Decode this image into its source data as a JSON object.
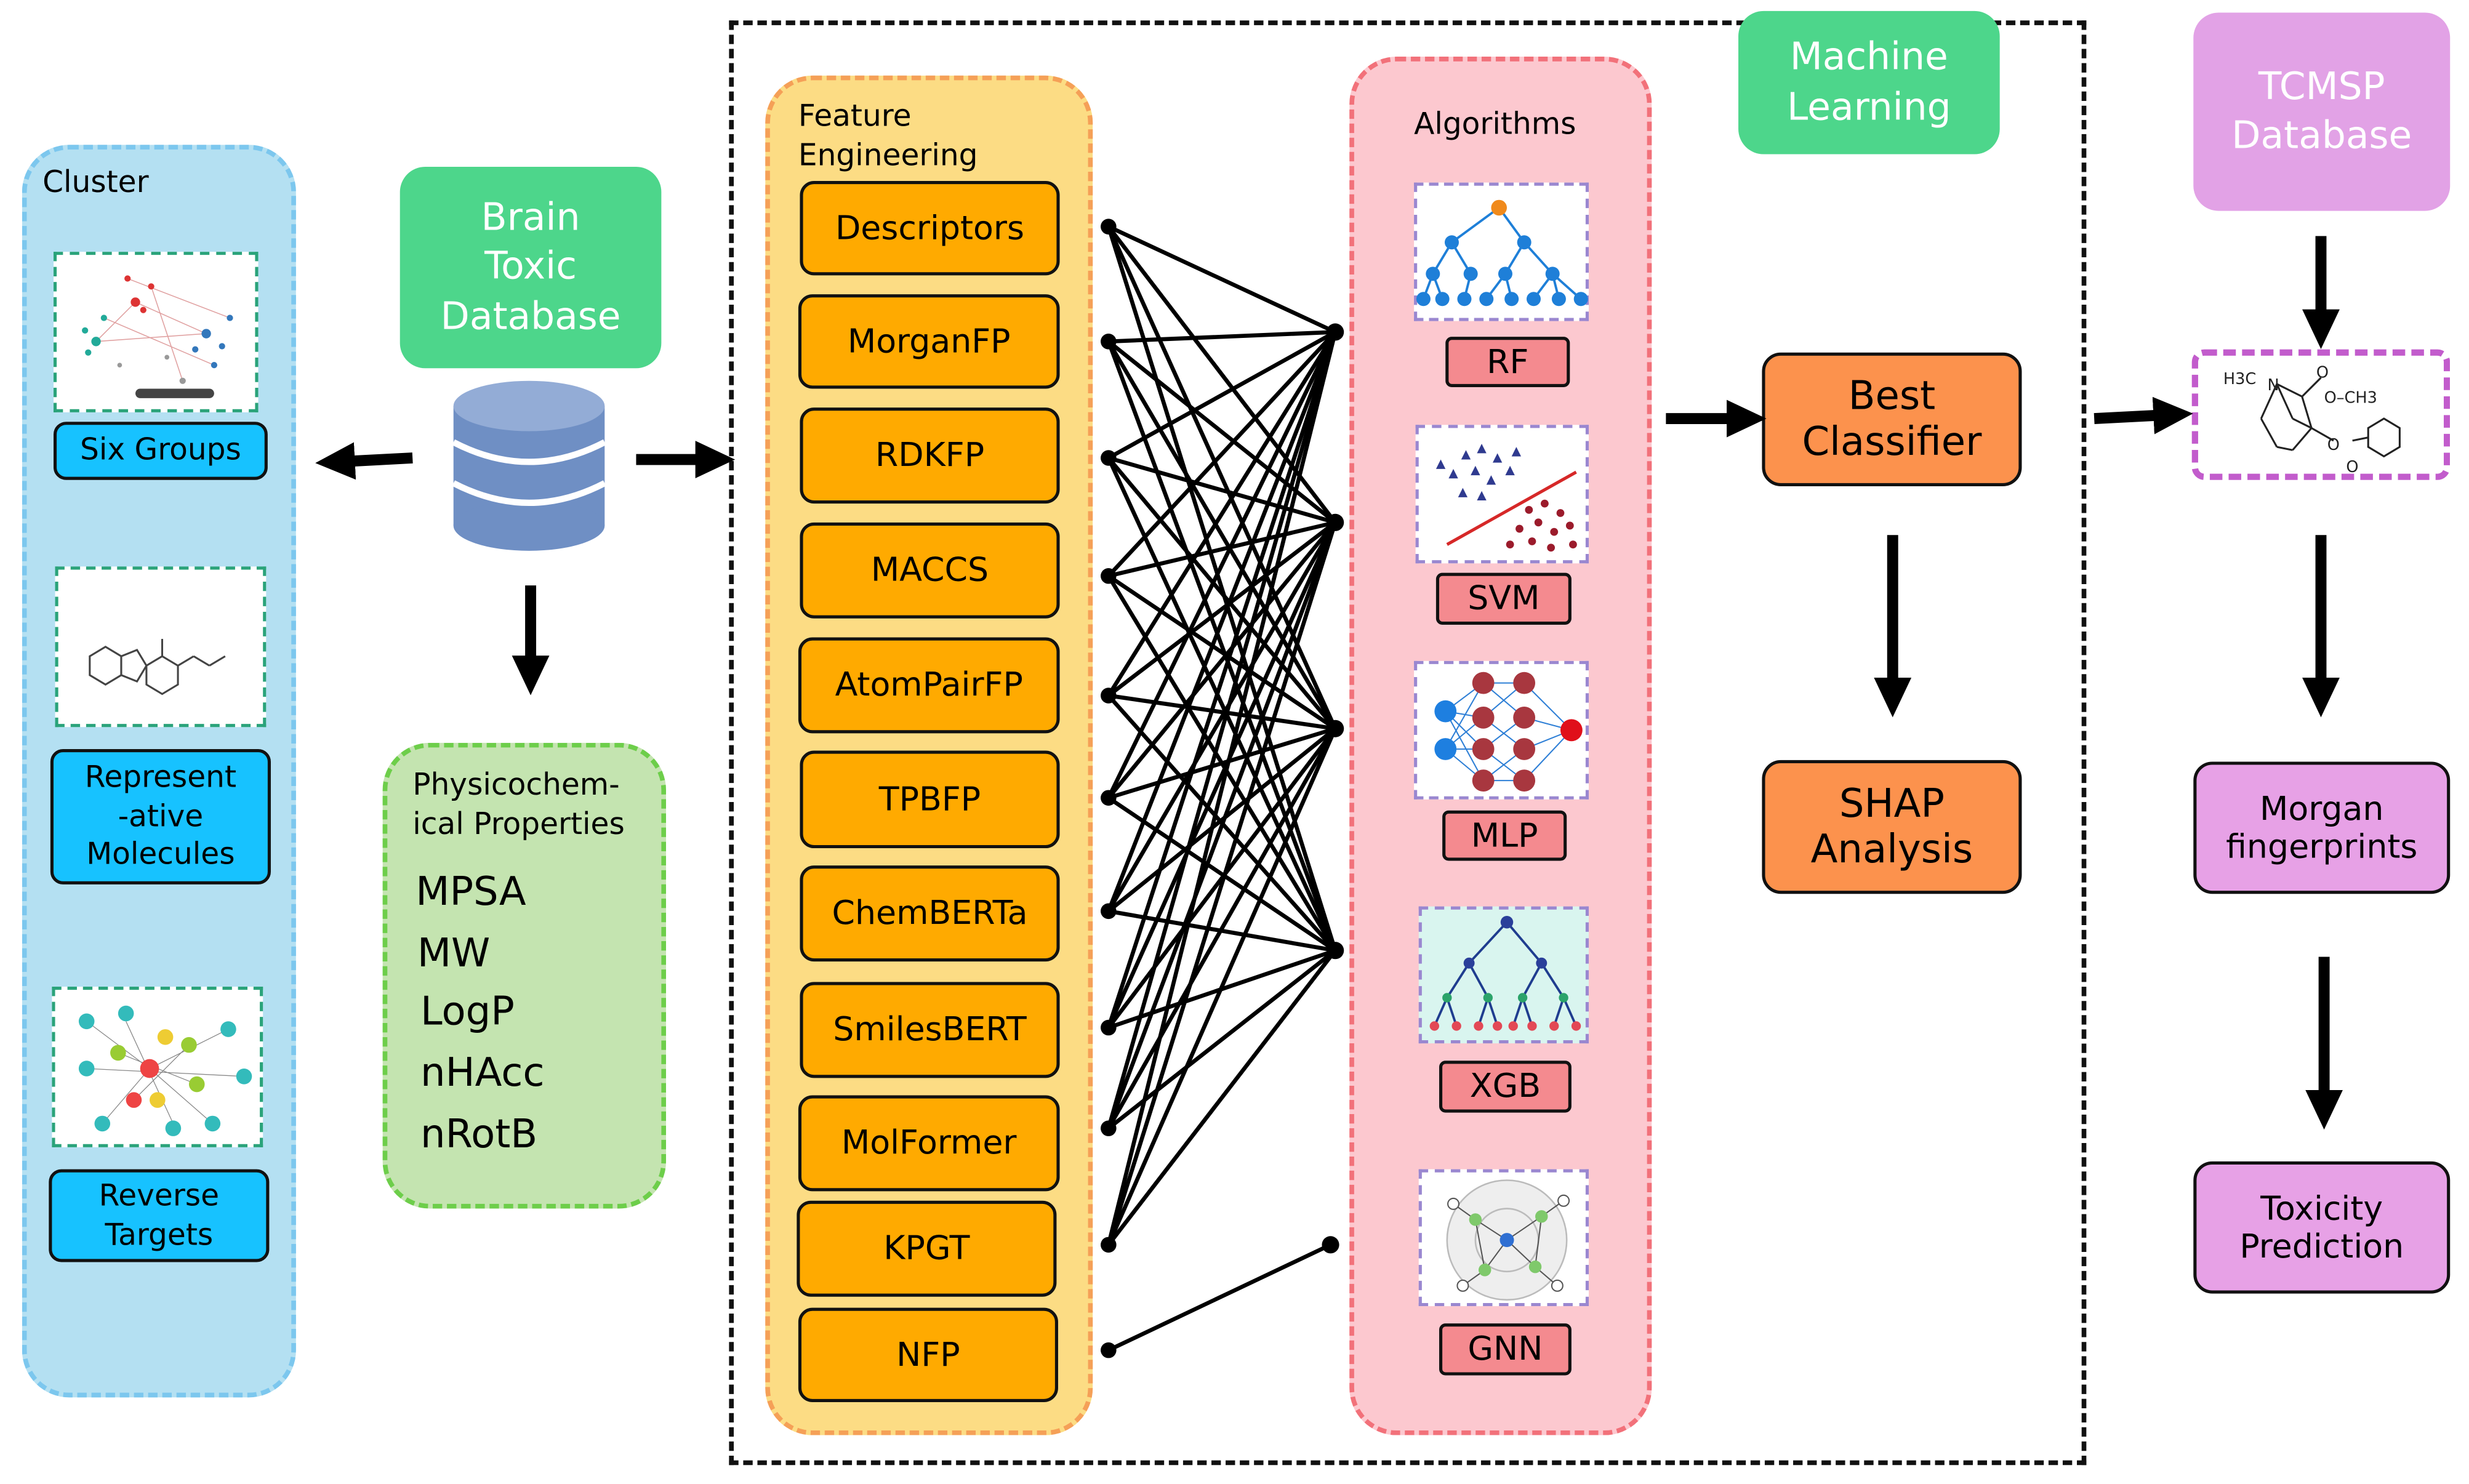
{
  "cluster": {
    "title": "Cluster",
    "items": [
      "Six Groups",
      "Represent\n-ative\nMolecules",
      "Reverse\nTargets"
    ]
  },
  "brain_db": {
    "label": "Brain\nToxic\nDatabase"
  },
  "physchem": {
    "title": "Physicochem-\nical Properties",
    "properties": [
      "MPSA",
      "MW",
      "LogP",
      "nHAcc",
      "nRotB"
    ]
  },
  "feature_engineering": {
    "title": "Feature\nEngineering",
    "items": [
      "Descriptors",
      "MorganFP",
      "RDKFP",
      "MACCS",
      "AtomPairFP",
      "TPBFP",
      "ChemBERTa",
      "SmilesBERT",
      "MolFormer",
      "KPGT",
      "NFP"
    ]
  },
  "algorithms": {
    "title": "Algorithms",
    "items": [
      "RF",
      "SVM",
      "MLP",
      "XGB",
      "GNN"
    ]
  },
  "ml": {
    "label": "Machine\nLearning"
  },
  "best": {
    "label": "Best\nClassifier"
  },
  "shap": {
    "label": "SHAP\nAnalysis"
  },
  "tcmsp": {
    "label": "TCMSP\nDatabase"
  },
  "molecule": {
    "labels": [
      "H3C",
      "N",
      "O",
      "O–CH3",
      "O",
      "O"
    ]
  },
  "morgan": {
    "label": "Morgan\nfingerprints"
  },
  "toxicity": {
    "label": "Toxicity\nPrediction"
  },
  "colors": {
    "green": "#4dd68b",
    "feature": "#ffaa00",
    "algorithm": "#f48a8f",
    "orange": "#fc924d",
    "purple": "#e7a1e6",
    "cyan": "#17c2ff"
  }
}
